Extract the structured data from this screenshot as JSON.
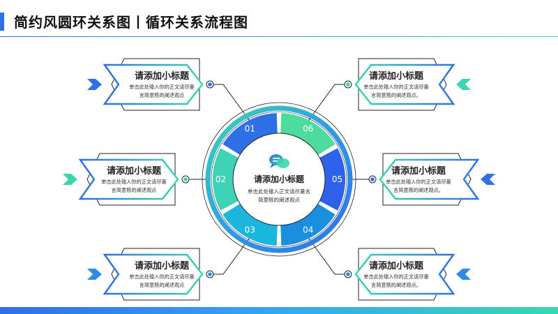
{
  "page": {
    "title": "简约风圆环关系图丨循环关系流程图"
  },
  "center": {
    "title": "请添加小标题",
    "body_line1": "单击此处输入正文请尽量言",
    "body_line2": "简意赅的阐述观点",
    "icon": "chat-bubbles-icon"
  },
  "segments": [
    {
      "label": "01",
      "color": "#2f6fe8"
    },
    {
      "label": "02",
      "color": "#3ed2b6"
    },
    {
      "label": "03",
      "color": "#1ab6dd"
    },
    {
      "label": "04",
      "color": "#1a8fe0"
    },
    {
      "label": "05",
      "color": "#2e62ea"
    },
    {
      "label": "06",
      "color": "#4ddb9f"
    }
  ],
  "cards": {
    "left_top": {
      "title": "请添加小标题",
      "body_line1": "单击此处输入你的正文请尽量",
      "body_line2": "言简意赅的阐述观点"
    },
    "left_mid": {
      "title": "请添加小标题",
      "body_line1": "单击此处输入你的正文请尽量",
      "body_line2": "言简意赅的阐述观点"
    },
    "left_bottom": {
      "title": "请添加小标题",
      "body_line1": "单击此处输入你的正文请尽量",
      "body_line2": "言简意赅的阐述观点"
    },
    "right_top": {
      "title": "请添加小标题",
      "body_line1": "单击此处输入你的正文请尽量",
      "body_line2": "言简意赅的阐述观点。"
    },
    "right_mid": {
      "title": "请添加小标题",
      "body_line1": "单击此处输入你的正文请尽量",
      "body_line2": "言简意赅的阐述观点。"
    },
    "right_bottom": {
      "title": "请添加小标题",
      "body_line1": "单击此处输入你的正文请尽量",
      "body_line2": "言简意赅的阐述观点。"
    }
  },
  "colors": {
    "blue": "#2f6fe8",
    "teal": "#3bd6b0",
    "outline": "#222222"
  }
}
